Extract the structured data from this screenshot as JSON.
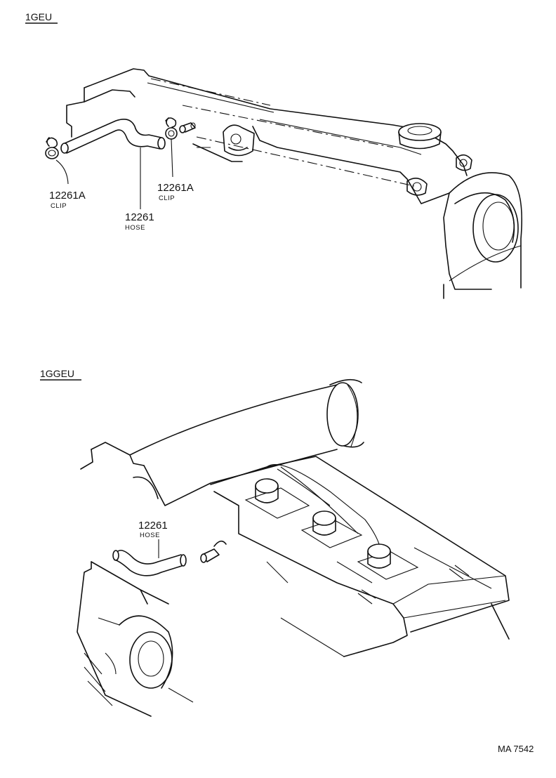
{
  "sections": [
    {
      "model": "1GEU",
      "parts": [
        {
          "number": "12261A",
          "name": "CLIP"
        },
        {
          "number": "12261",
          "name": "HOSE"
        },
        {
          "number": "12261A",
          "name": "CLIP"
        }
      ]
    },
    {
      "model": "1GGEU",
      "parts": [
        {
          "number": "12261",
          "name": "HOSE"
        }
      ]
    }
  ],
  "footer": {
    "reference": "MA 7542"
  }
}
